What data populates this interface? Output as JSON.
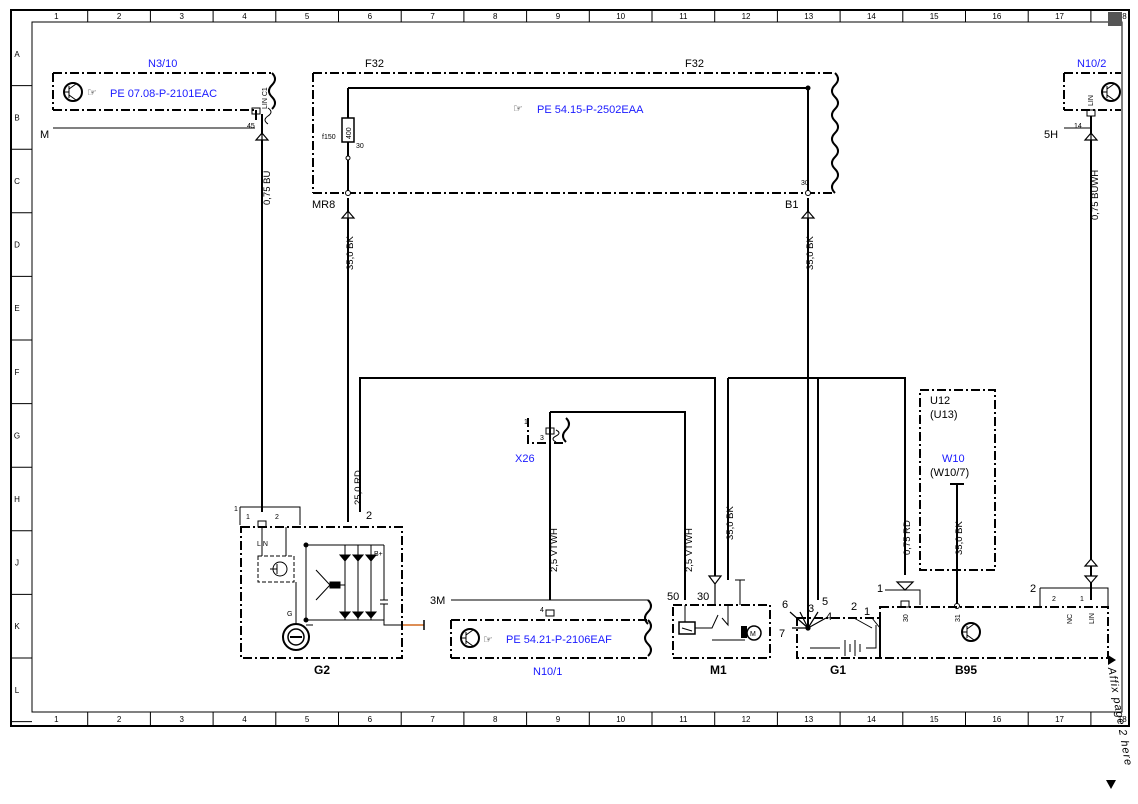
{
  "grid": {
    "columns": [
      "1",
      "2",
      "3",
      "4",
      "5",
      "6",
      "7",
      "8",
      "9",
      "10",
      "11",
      "12",
      "13",
      "14",
      "15",
      "16",
      "17",
      "18"
    ],
    "rows": [
      "A",
      "B",
      "C",
      "D",
      "E",
      "F",
      "G",
      "H",
      "J",
      "K",
      "L"
    ]
  },
  "components": {
    "n3_10": {
      "name": "N3/10",
      "ref": "PE 07.08-P-2101EAC",
      "pin_label": "LIN C1",
      "pin": "45",
      "ground": "M"
    },
    "f32": {
      "name_left": "F32",
      "name_right": "F32",
      "ref": "PE 54.15-P-2502EAA",
      "fuse_label": "f150",
      "fuse_value": "400",
      "pin_30a": "30",
      "pin_30b": "30",
      "conn_left": "MR8",
      "conn_right": "B1"
    },
    "n10_2": {
      "name": "N10/2",
      "pin_label": "LIN",
      "pin": "14",
      "conn": "5H"
    },
    "x26": {
      "name": "X26",
      "pin1": "1",
      "pin3": "3"
    },
    "u12": {
      "name": "U12",
      "alt": "(U13)"
    },
    "w10": {
      "name": "W10",
      "alt": "(W10/7)"
    },
    "g2": {
      "name": "G2",
      "pin1": "1",
      "pin1a": "1",
      "pin2a": "2",
      "pin2": "2",
      "lin": "LIN",
      "bplus": "B+",
      "g": "G"
    },
    "n10_1": {
      "name": "N10/1",
      "ref": "PE 54.21-P-2106EAF",
      "conn": "3M",
      "pin": "4"
    },
    "m1": {
      "name": "M1",
      "pin50": "50",
      "pin30": "30"
    },
    "g1": {
      "name": "G1",
      "p6": "6",
      "p3": "3",
      "p5": "5",
      "p7": "7",
      "p4": "4",
      "p2": "2",
      "p1": "1"
    },
    "b95": {
      "name": "B95",
      "p1": "1",
      "p30": "30",
      "p31": "31",
      "p2": "2",
      "c2": "2",
      "c1": "1",
      "nc": "NC",
      "lin": "LIN"
    }
  },
  "wires": {
    "w_n3": "0,75 BU",
    "w_mr8": "35,0 BK",
    "w_b1": "35,0 BK",
    "w_n10_2": "0,75 BUWH",
    "w_g2": "25,0 RD",
    "w_x26": "2,5 VTWH",
    "w_m1a": "2,5 VTWH",
    "w_m1b": "35,0 BK",
    "w_b95": "0,75 RD",
    "w_w10": "35,0 BK"
  },
  "footer": {
    "affix": "Affix page 2 here"
  },
  "colors": {
    "text": "#000000",
    "reference": "#1a1aff",
    "wire": "#000000",
    "accent_wire": "#d2691e"
  }
}
